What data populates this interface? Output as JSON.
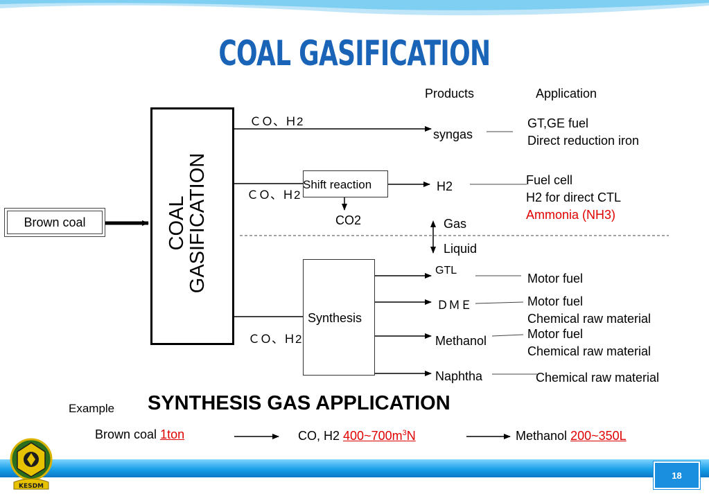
{
  "title": "COAL GASIFICATION",
  "headers": {
    "products": "Products",
    "application": "Application"
  },
  "input": {
    "brown_coal": "Brown coal"
  },
  "gasifier": {
    "line1": "COAL",
    "line2": "GASIFICATION"
  },
  "streams": {
    "top": "ＣＯ、Ｈ2",
    "middle": "ＣＯ、Ｈ2",
    "bottom": "ＣＯ、Ｈ2"
  },
  "processes": {
    "shift": "Shift reaction",
    "co2": "CO2",
    "synthesis": "Synthesis"
  },
  "phase": {
    "gas": "Gas",
    "liquid": "Liquid"
  },
  "products": {
    "syngas": "syngas",
    "h2": "H2",
    "gtl": "GTL",
    "dme": "ＤＭＥ",
    "methanol": "Methanol",
    "naphtha": "Naphtha"
  },
  "applications": {
    "syngas_1": "GT,GE fuel",
    "syngas_2": "Direct reduction iron",
    "h2_1": "Fuel cell",
    "h2_2": "H2 for direct CTL",
    "h2_3": "Ammonia (NH3)",
    "gtl_1": "Motor fuel",
    "dme_1": "Motor fuel",
    "dme_2": "Chemical raw material",
    "methanol_1": "Motor fuel",
    "methanol_2": "Chemical raw material",
    "naphtha_1": "Chemical raw material"
  },
  "section": {
    "example_label": "Example",
    "subtitle": "SYNTHESIS GAS APPLICATION"
  },
  "example": {
    "coal_label": "Brown coal",
    "coal_value": "1ton",
    "gas_label": "CO, H2",
    "gas_value": "400~700m",
    "gas_sup": "3",
    "gas_unit": "N",
    "methanol_label": "Methanol",
    "methanol_value": "200~350L"
  },
  "footer": {
    "page_number": "18",
    "logo_text": "KESDM"
  },
  "colors": {
    "title": "#1a64b8",
    "highlight": "#e00000",
    "footer": "#1aa0e8"
  }
}
